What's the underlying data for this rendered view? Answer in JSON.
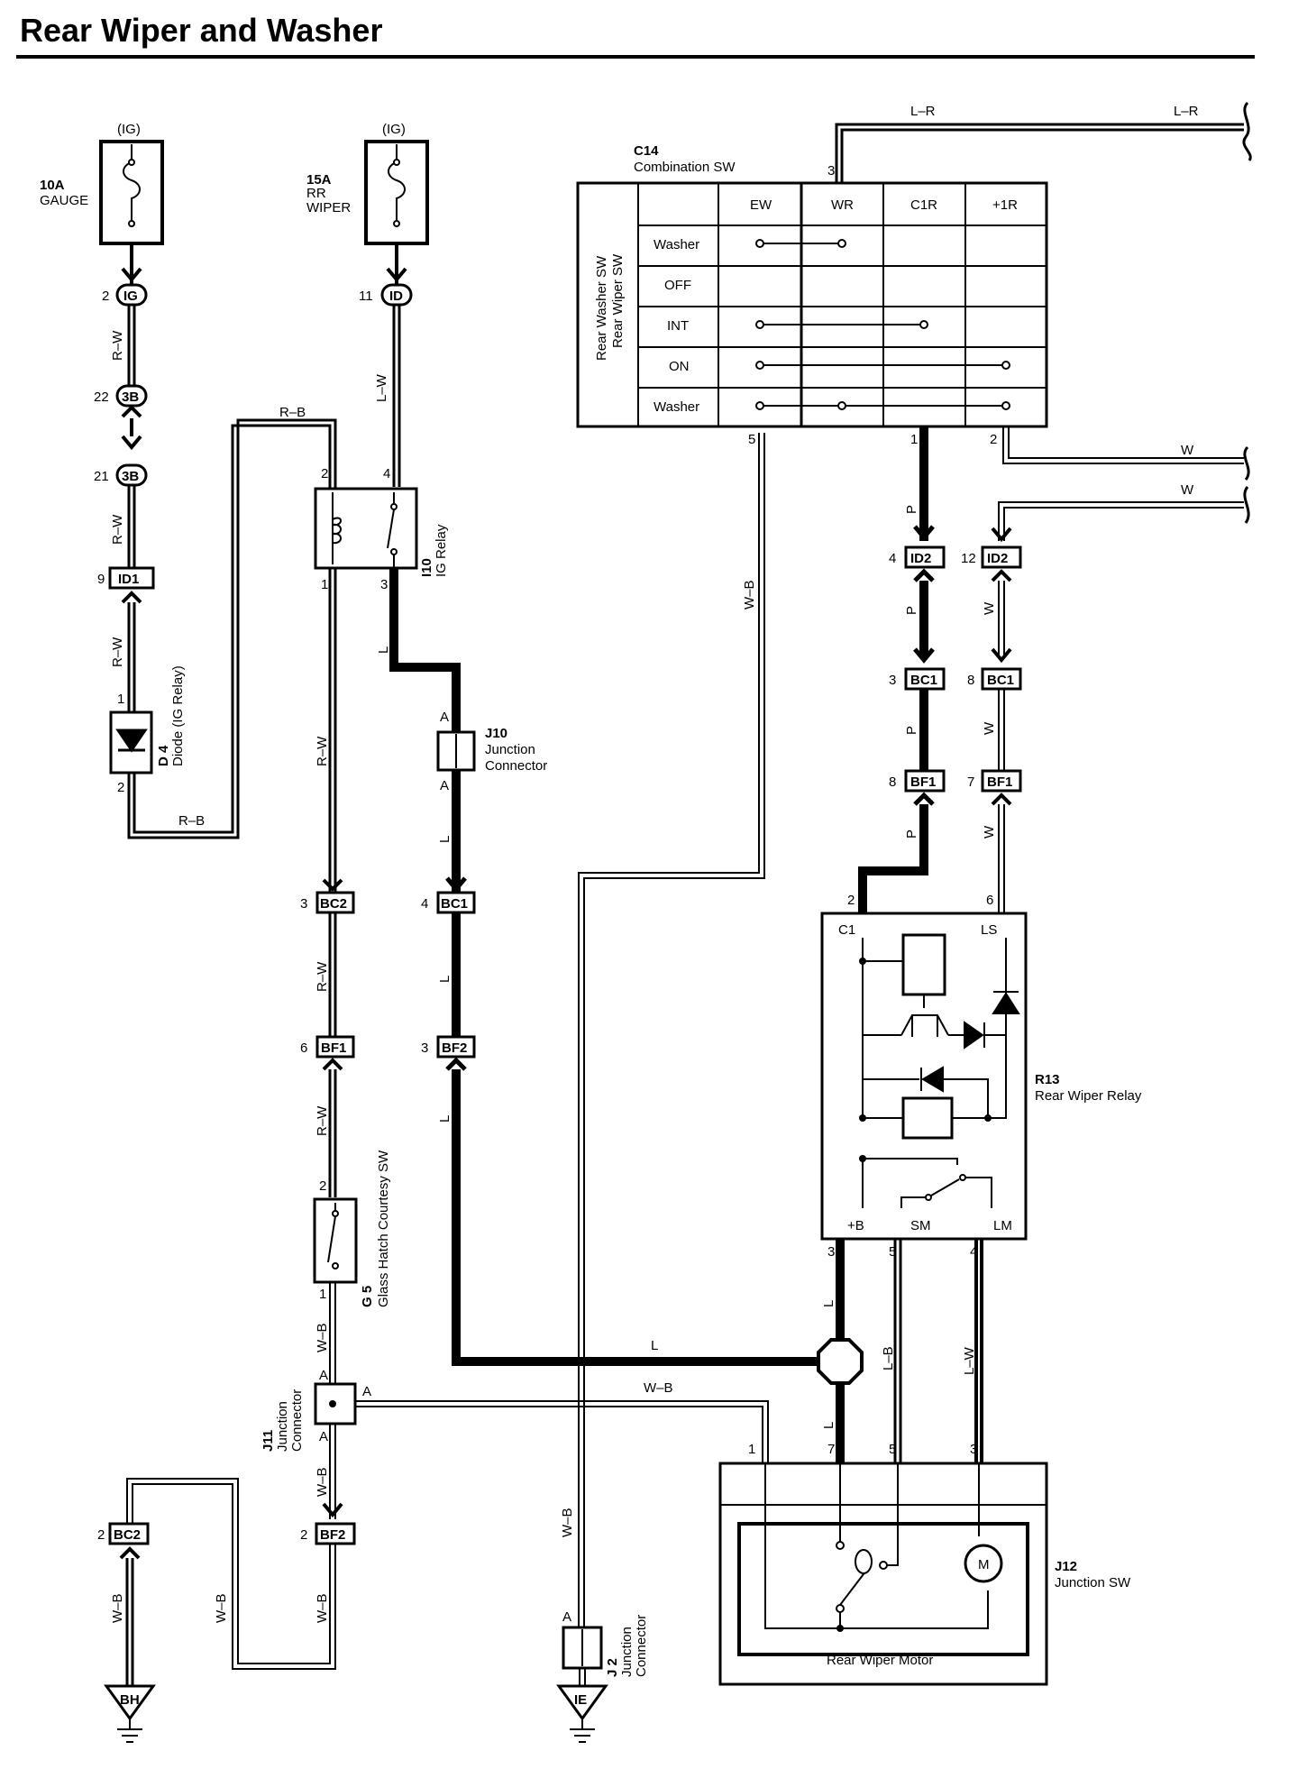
{
  "title": "Rear Wiper and Washer",
  "power": {
    "fuse1": {
      "source": "(IG)",
      "rating": "10A",
      "name": "GAUGE"
    },
    "fuse2": {
      "source": "(IG)",
      "rating": "15A",
      "name1": "RR",
      "name2": "WIPER"
    }
  },
  "connectors": {
    "IG": "IG",
    "3B": "3B",
    "ID1": "ID1",
    "ID": "ID",
    "ID2": "ID2",
    "BC1": "BC1",
    "BF1": "BF1",
    "BC2": "BC2",
    "BF2": "BF2"
  },
  "components": {
    "D4": {
      "code": "D 4",
      "name": "Diode (IG Relay)"
    },
    "I10": {
      "code": "I10",
      "name": "IG Relay"
    },
    "J10": {
      "code": "J10",
      "name1": "Junction",
      "name2": "Connector"
    },
    "J11": {
      "code": "J11",
      "name1": "Junction",
      "name2": "Connector"
    },
    "J2": {
      "code": "J 2",
      "name1": "Junction",
      "name2": "Connector"
    },
    "G5": {
      "code": "G 5",
      "name": "Glass Hatch Courtesy SW"
    },
    "C14": {
      "code": "C14",
      "name": "Combination SW"
    },
    "R13": {
      "code": "R13",
      "name": "Rear Wiper Relay"
    },
    "J12": {
      "code": "J12",
      "name": "Junction SW"
    },
    "motor": {
      "name": "Rear Wiper Motor",
      "symbol": "M"
    }
  },
  "combo_switch": {
    "side_label_1": "Rear Washer SW",
    "side_label_2": "Rear Wiper SW",
    "columns": [
      "EW",
      "WR",
      "C1R",
      "+1R"
    ],
    "rows": [
      "Washer",
      "OFF",
      "INT",
      "ON",
      "Washer"
    ]
  },
  "relay_terminals": [
    "C1",
    "LS",
    "+B",
    "SM",
    "LM"
  ],
  "grounds": [
    "BH",
    "IE"
  ],
  "wire_colors": {
    "rw": "R–W",
    "lw": "L–W",
    "rb": "R–B",
    "l": "L",
    "wb": "W–B",
    "p": "P",
    "w": "W",
    "lr": "L–R",
    "lb": "L–B"
  },
  "pins": {
    "p1": "1",
    "p2": "2",
    "p3": "3",
    "p4": "4",
    "p5": "5",
    "p6": "6",
    "p7": "7",
    "p8": "8",
    "p9": "9",
    "p11": "11",
    "p12": "12",
    "p21": "21",
    "p22": "22",
    "pA": "A"
  }
}
